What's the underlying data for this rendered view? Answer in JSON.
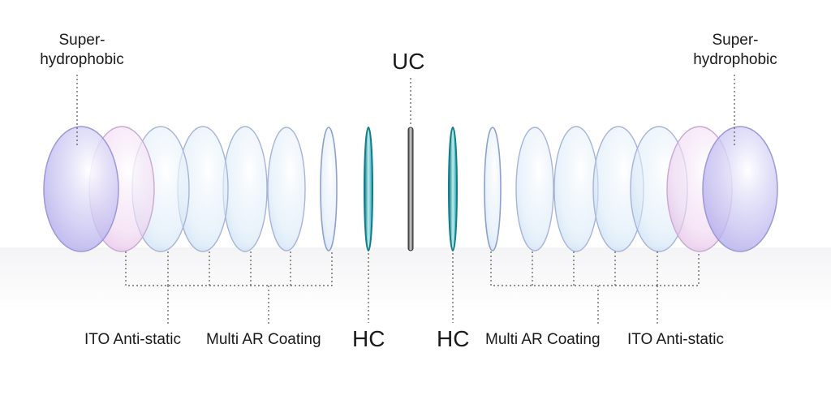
{
  "labels": {
    "super_left_1": "Super-",
    "super_left_2": "hydrophobic",
    "super_right_1": "Super-",
    "super_right_2": "hydrophobic",
    "uc": "UC",
    "hc_left": "HC",
    "hc_right": "HC",
    "ito_left": "ITO Anti-static",
    "ar_left": "Multi AR Coating",
    "ar_right": "Multi AR Coating",
    "ito_right": "ITO Anti-static"
  },
  "colors": {
    "hydrophobic": "#b9b6ee",
    "ito": "#eac8ec",
    "ar": "#cfe3f6",
    "hc": "#1e9aa6",
    "uc": "#4a4a4a",
    "rim": "#a9b4d4",
    "leader": "#555555"
  }
}
